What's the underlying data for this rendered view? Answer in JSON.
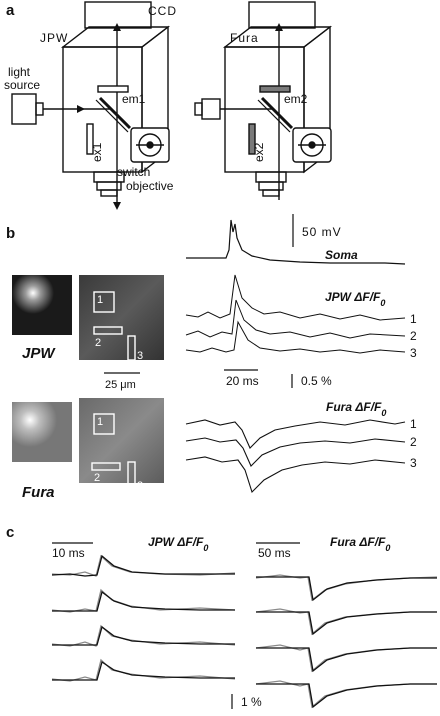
{
  "panels": {
    "a": "a",
    "b": "b",
    "c": "c"
  },
  "panel_a": {
    "left_label": "JPW",
    "right_label": "Fura",
    "ccd_label": "CCD",
    "light_source_line1": "light",
    "light_source_line2": "source",
    "em1": "em1",
    "em2": "em2",
    "ex1": "ex1",
    "ex2": "ex2",
    "switch": "switch",
    "objective": "objective",
    "filter_colors": {
      "jpw": "#ffffff",
      "fura": "#7a7a7a"
    }
  },
  "panel_b": {
    "jpw_label": "JPW",
    "fura_label": "Fura",
    "scale_25um": "25 μm",
    "roi_labels": [
      "1",
      "2",
      "3"
    ],
    "soma_label": "Soma",
    "scale_50mv": "50 mV",
    "jpw_trace_title": "JPW ΔF/F",
    "fura_trace_title": "Fura ΔF/F",
    "subscript_zero": "0",
    "trace_numbers": [
      "1",
      "2",
      "3"
    ],
    "scale_20ms": "20 ms",
    "scale_0_5pct": "0.5 %"
  },
  "panel_c": {
    "left_title": "JPW ΔF/F",
    "right_title": "Fura ΔF/F",
    "subscript_zero": "0",
    "scale_10ms": "10 ms",
    "scale_50ms": "50 ms",
    "scale_1pct": "1 %"
  }
}
